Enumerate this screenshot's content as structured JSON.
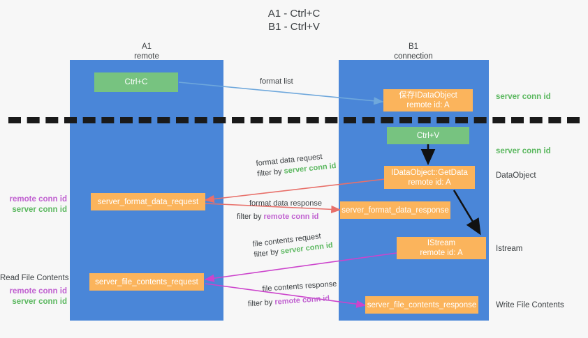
{
  "title": {
    "line1": "A1 - Ctrl+C",
    "line2": "B1 - Ctrl+V"
  },
  "columns": [
    {
      "name": "A1",
      "subtitle": "remote"
    },
    {
      "name": "B1",
      "subtitle": "connection"
    }
  ],
  "colors": {
    "lane": "#4a86d8",
    "green_box": "#77c380",
    "orange_box": "#fbb45c",
    "server_conn_id": "#5cb860",
    "remote_conn_id": "#c060d0",
    "divider": "#1a1a1a",
    "arrow_format": "#e8706a",
    "arrow_file": "#cc44cc",
    "arrow_clipboard": "#6fa8dc",
    "arrow_internal": "#111111",
    "background": "#f7f7f7"
  },
  "boxes": {
    "ctrl_c": {
      "label": "Ctrl+C",
      "kind": "green"
    },
    "ctrl_v": {
      "label": "Ctrl+V",
      "kind": "green"
    },
    "save_idataobject": {
      "line1": "保存IDataObject",
      "line2": "remote id: A",
      "kind": "orange"
    },
    "getdata": {
      "line1": "IDataObject::GetData",
      "line2": "remote id: A",
      "kind": "orange"
    },
    "istream": {
      "line1": "IStream",
      "line2": "remote id: A",
      "kind": "orange"
    },
    "server_format_data_request": {
      "label": "server_format_data_request",
      "kind": "orange"
    },
    "server_format_data_response": {
      "label": "server_format_data_response",
      "kind": "orange"
    },
    "server_file_contents_request": {
      "label": "server_file_contents_request",
      "kind": "orange"
    },
    "server_file_contents_response": {
      "label": "server_file_contents_response",
      "kind": "orange"
    }
  },
  "flows": {
    "format_list": {
      "line1": "format list"
    },
    "format_data_request": {
      "line1": "format data request",
      "filter_prefix": "filter by ",
      "filter_value": "server conn id"
    },
    "format_data_response": {
      "line1": "format data response",
      "filter_prefix": "filter by ",
      "filter_value": "remote conn id"
    },
    "file_contents_request": {
      "line1": "file contents request",
      "filter_prefix": "filter by ",
      "filter_value": "server conn id"
    },
    "file_contents_response": {
      "line1": "file contents response",
      "filter_prefix": "filter by ",
      "filter_value": "remote conn id"
    }
  },
  "side_labels": {
    "right_server_conn_id_top": "server conn id",
    "right_server_conn_id_mid": "server conn id",
    "right_dataobject": "DataObject",
    "right_istream": "Istream",
    "right_write_file_contents": "Write File Contents",
    "left_remote_conn_id_upper": "remote conn id",
    "left_server_conn_id_upper": "server conn id",
    "left_read_file_contents": "Read File Contents",
    "left_remote_conn_id_lower": "remote conn id",
    "left_server_conn_id_lower": "server conn id"
  }
}
